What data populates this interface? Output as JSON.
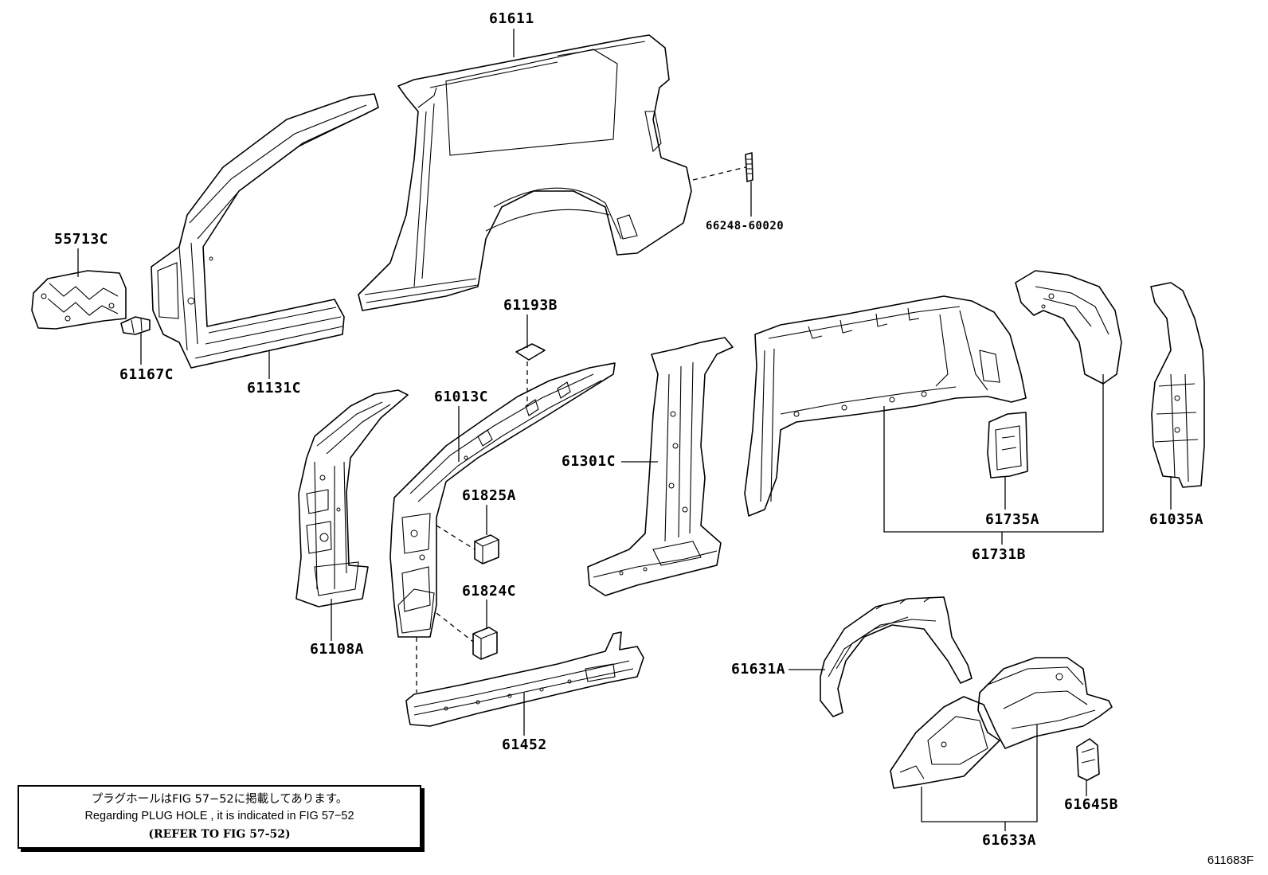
{
  "parts": [
    {
      "id": "61611"
    },
    {
      "id": "66248-60020"
    },
    {
      "id": "55713C"
    },
    {
      "id": "61167C"
    },
    {
      "id": "61131C"
    },
    {
      "id": "61193B"
    },
    {
      "id": "61013C"
    },
    {
      "id": "61301C"
    },
    {
      "id": "61825A"
    },
    {
      "id": "61824C"
    },
    {
      "id": "61108A"
    },
    {
      "id": "61452"
    },
    {
      "id": "61735A"
    },
    {
      "id": "61731B"
    },
    {
      "id": "61035A"
    },
    {
      "id": "61631A"
    },
    {
      "id": "61633A"
    },
    {
      "id": "61645B"
    }
  ],
  "note": {
    "japanese": "プラグホールはFIG 57−52に掲載してあります。",
    "english": "Regarding  PLUG  HOLE , it is indicated in FIG  57−52",
    "reference": "(REFER TO FIG 57-52)"
  },
  "figure_id": "611683F"
}
